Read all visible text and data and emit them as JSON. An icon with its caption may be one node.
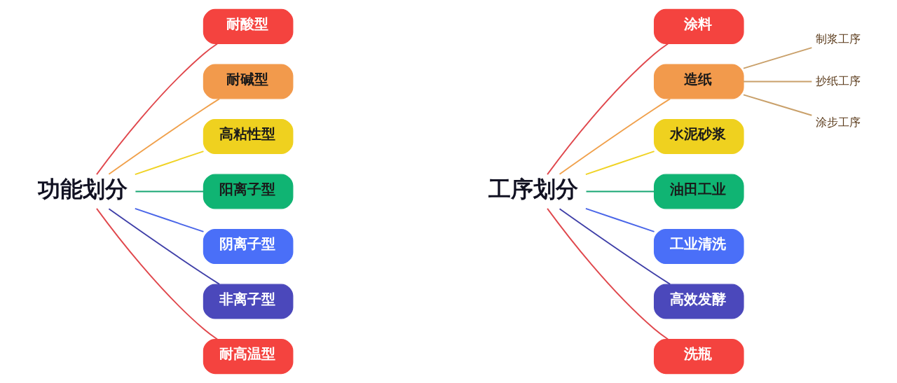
{
  "diagram": {
    "nodes": [
      {
        "text": [
          "功能划分"
        ]
      },
      {
        "text": [
          "耐酸型"
        ]
      },
      {
        "text": [
          "耐碱型"
        ]
      },
      {
        "text": [
          "高粘性型"
        ]
      },
      {
        "text": [
          "阳离子型"
        ]
      },
      {
        "text": [
          "阴离子型"
        ]
      },
      {
        "text": [
          "非离子型"
        ]
      },
      {
        "text": [
          "耐高温型"
        ]
      },
      {
        "text": [
          "工序划分"
        ]
      },
      {
        "text": [
          "涂料"
        ]
      },
      {
        "text": [
          "造纸"
        ]
      },
      {
        "text": [
          "制浆工序"
        ]
      },
      {
        "text": [
          "抄纸工序"
        ]
      },
      {
        "text": [
          "涂步工序"
        ]
      },
      {
        "text": [
          "水泥砂浆"
        ]
      },
      {
        "text": [
          "油田工业"
        ]
      },
      {
        "text": [
          "工业清洗"
        ]
      },
      {
        "text": [
          "高效发酵"
        ]
      },
      {
        "text": [
          "洗瓶"
        ]
      }
    ],
    "edges": [
      {
        "from": 0,
        "to": 1,
        "arrow": "none",
        "color": "#e0474c"
      },
      {
        "from": 0,
        "to": 2,
        "arrow": "none",
        "color": "#f0a04b"
      },
      {
        "from": 0,
        "to": 3,
        "arrow": "none",
        "color": "#f0d325"
      },
      {
        "from": 0,
        "to": 4,
        "arrow": "none",
        "color": "#17a673"
      },
      {
        "from": 0,
        "to": 5,
        "arrow": "none",
        "color": "#4a66e8"
      },
      {
        "from": 0,
        "to": 6,
        "arrow": "none",
        "color": "#3f3fa8"
      },
      {
        "from": 0,
        "to": 7,
        "arrow": "none",
        "color": "#e0474c"
      },
      {
        "from": 8,
        "to": 9,
        "arrow": "none",
        "color": "#e0474c"
      },
      {
        "from": 8,
        "to": 10,
        "arrow": "none",
        "color": "#f0a04b"
      },
      {
        "from": 10,
        "to": 11,
        "arrow": "none",
        "color": "#c9a06a"
      },
      {
        "from": 10,
        "to": 12,
        "arrow": "none",
        "color": "#c9a06a"
      },
      {
        "from": 10,
        "to": 13,
        "arrow": "none",
        "color": "#c9a06a"
      },
      {
        "from": 8,
        "to": 14,
        "arrow": "none",
        "color": "#f0d325"
      },
      {
        "from": 8,
        "to": 15,
        "arrow": "none",
        "color": "#17a673"
      },
      {
        "from": 8,
        "to": 16,
        "arrow": "none",
        "color": "#4a66e8"
      },
      {
        "from": 8,
        "to": 17,
        "arrow": "none",
        "color": "#3f3fa8"
      },
      {
        "from": 8,
        "to": 18,
        "arrow": "none",
        "color": "#e0474c"
      }
    ]
  }
}
